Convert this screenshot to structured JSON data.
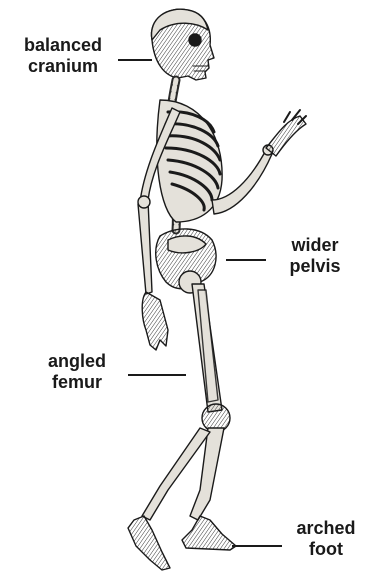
{
  "labels": {
    "cranium": {
      "line1": "balanced",
      "line2": "cranium"
    },
    "pelvis": {
      "line1": "wider",
      "line2": "pelvis"
    },
    "femur": {
      "line1": "angled",
      "line2": "femur"
    },
    "foot": {
      "line1": "arched",
      "line2": "foot"
    }
  },
  "colors": {
    "ink": "#1a1a1a",
    "bone": "#e4e1da",
    "shade": "#3a3a3a",
    "background": "#ffffff"
  }
}
